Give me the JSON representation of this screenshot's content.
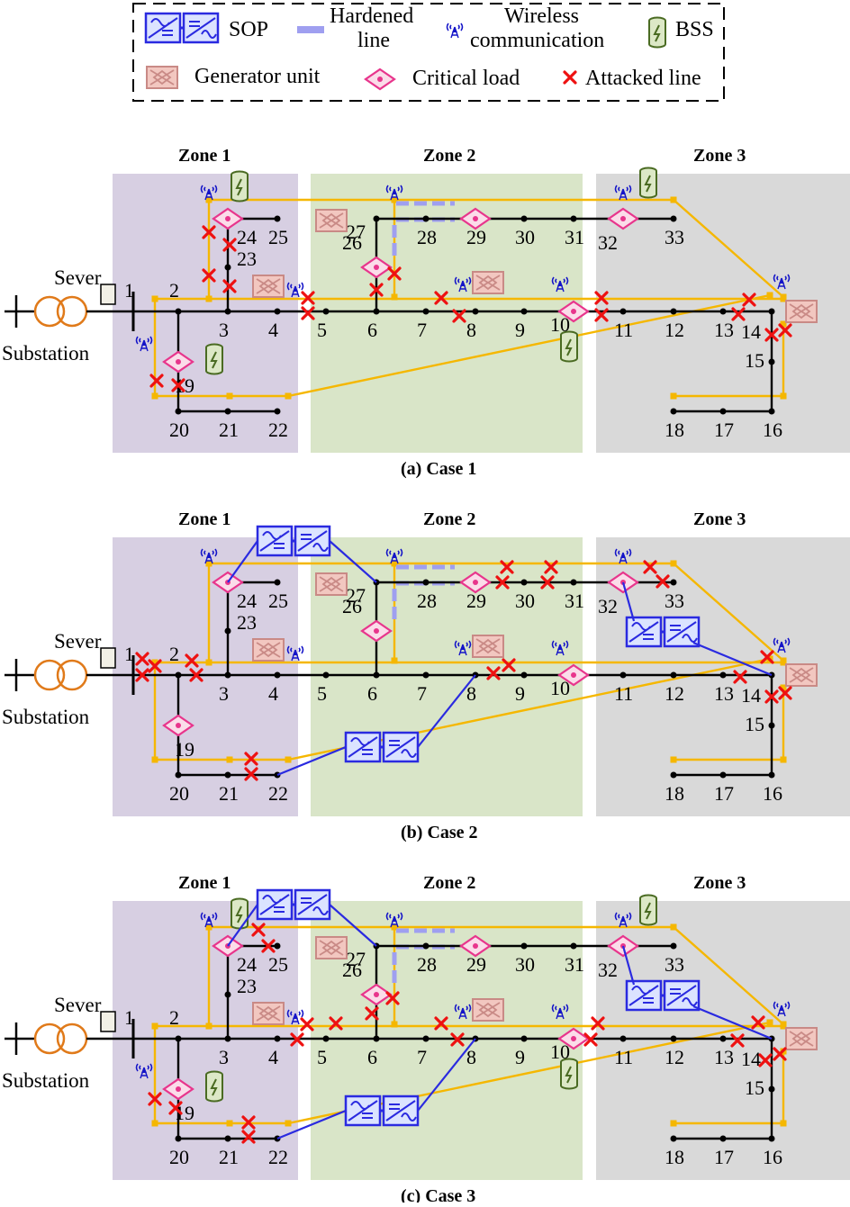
{
  "legend": {
    "sop": "SOP",
    "hardened_l1": "Hardened",
    "hardened_l2": "line",
    "wireless_l1": "Wireless",
    "wireless_l2": "communication",
    "bss": "BSS",
    "generator": "Generator unit",
    "critical": "Critical load",
    "attacked": "Attacked line"
  },
  "labels": {
    "sever": "Sever",
    "substation": "Substation"
  },
  "zones": [
    "Zone 1",
    "Zone 2",
    "Zone 3"
  ],
  "panels": [
    {
      "caption": "(a) Case 1"
    },
    {
      "caption": "(b) Case 2"
    },
    {
      "caption": "(c) Case 3"
    }
  ],
  "buses": [
    "1",
    "2",
    "3",
    "4",
    "5",
    "6",
    "7",
    "8",
    "9",
    "10",
    "11",
    "12",
    "13",
    "14",
    "15",
    "16",
    "17",
    "18",
    "19",
    "20",
    "21",
    "22",
    "23",
    "24",
    "25",
    "26",
    "27",
    "28",
    "29",
    "30",
    "31",
    "32",
    "33"
  ],
  "colors": {
    "feeder": "#f5b700",
    "bus_line": "#000000",
    "hardened": "#9f9ff0",
    "sop": "#2a2ae0",
    "attack": "#ee1111",
    "critical": "#e8358c",
    "generator": "#d49a9a",
    "bss": "#4a6b22",
    "wireless": "#1414c8",
    "substation": "#e07a1a",
    "zone1": "#d7cfe2",
    "zone2": "#d9e5c8",
    "zone3": "#d9d9d9"
  },
  "icons": [
    "sop-icon",
    "hardened-line-icon",
    "wireless-icon",
    "bss-icon",
    "generator-icon",
    "critical-load-icon",
    "attacked-line-icon",
    "transformer-icon",
    "server-icon"
  ]
}
